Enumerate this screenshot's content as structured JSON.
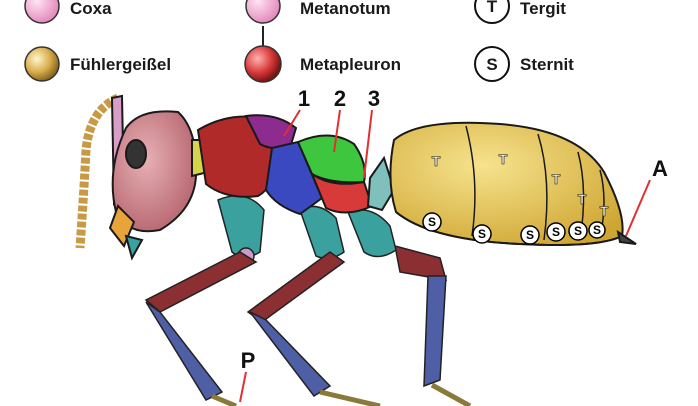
{
  "legend": {
    "coxa_label": "Coxa",
    "metanotum_label": "Metanotum",
    "tergit_label": "Tergit",
    "tergit_symbol": "T",
    "fuehlergeissel_label": "Fühlergeißel",
    "metapleuron_label": "Metapleuron",
    "sternit_label": "Sternit",
    "sternit_symbol": "S"
  },
  "callouts": {
    "one": "1",
    "two": "2",
    "three": "3",
    "a": "A",
    "p": "P"
  },
  "segments": {
    "tergit_marks": [
      "T",
      "T",
      "T",
      "T",
      "T"
    ],
    "sternit_marks": [
      "S",
      "S",
      "S",
      "S",
      "S",
      "S"
    ]
  },
  "colors": {
    "head": "#c97f86",
    "pronotum": "#b02a2a",
    "mesonotum": "#8e2b8e",
    "mesopleuron": "#3b49c0",
    "metanotum": "#3fc63f",
    "metapleuron": "#d83a3a",
    "gaster": "#e8c84f",
    "coxa": "#3aa19e",
    "femur": "#8b2f33",
    "tibia": "#4e5fa6",
    "antenna": "#c79b45",
    "scape": "#d99ec7"
  }
}
